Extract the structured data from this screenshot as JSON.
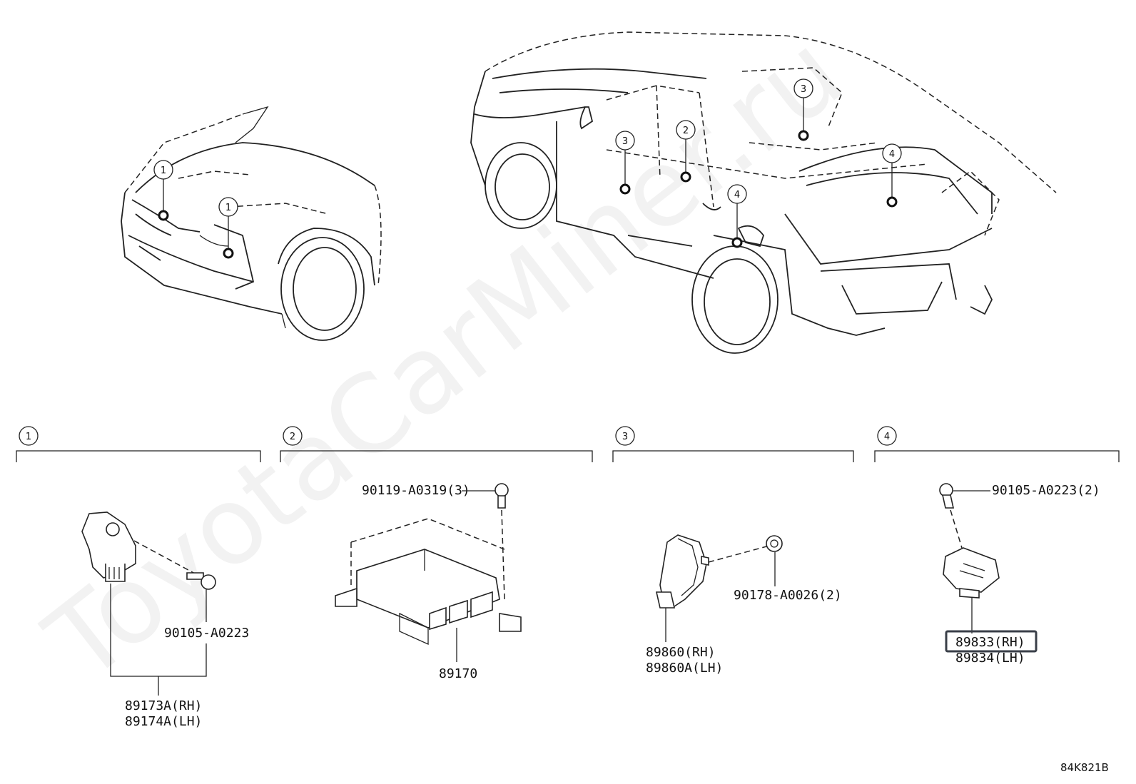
{
  "watermark": "ToyotaCarMiner.ru",
  "diagram_code": "84K821B",
  "callouts": {
    "front_1a": "1",
    "front_1b": "1",
    "rear_3a": "3",
    "rear_2": "2",
    "rear_3b": "3",
    "rear_4a": "4",
    "rear_4b": "4"
  },
  "sections": [
    {
      "num": "1",
      "parts": [
        "90105-A0223",
        "89173A(RH)",
        "89174A(LH)"
      ]
    },
    {
      "num": "2",
      "parts": [
        "90119-A0319(3)",
        "89170"
      ]
    },
    {
      "num": "3",
      "parts": [
        "90178-A0026(2)",
        "89860(RH)",
        "89860A(LH)"
      ]
    },
    {
      "num": "4",
      "parts": [
        "90105-A0223(2)",
        "89833(RH)",
        "89834(LH)"
      ]
    }
  ]
}
